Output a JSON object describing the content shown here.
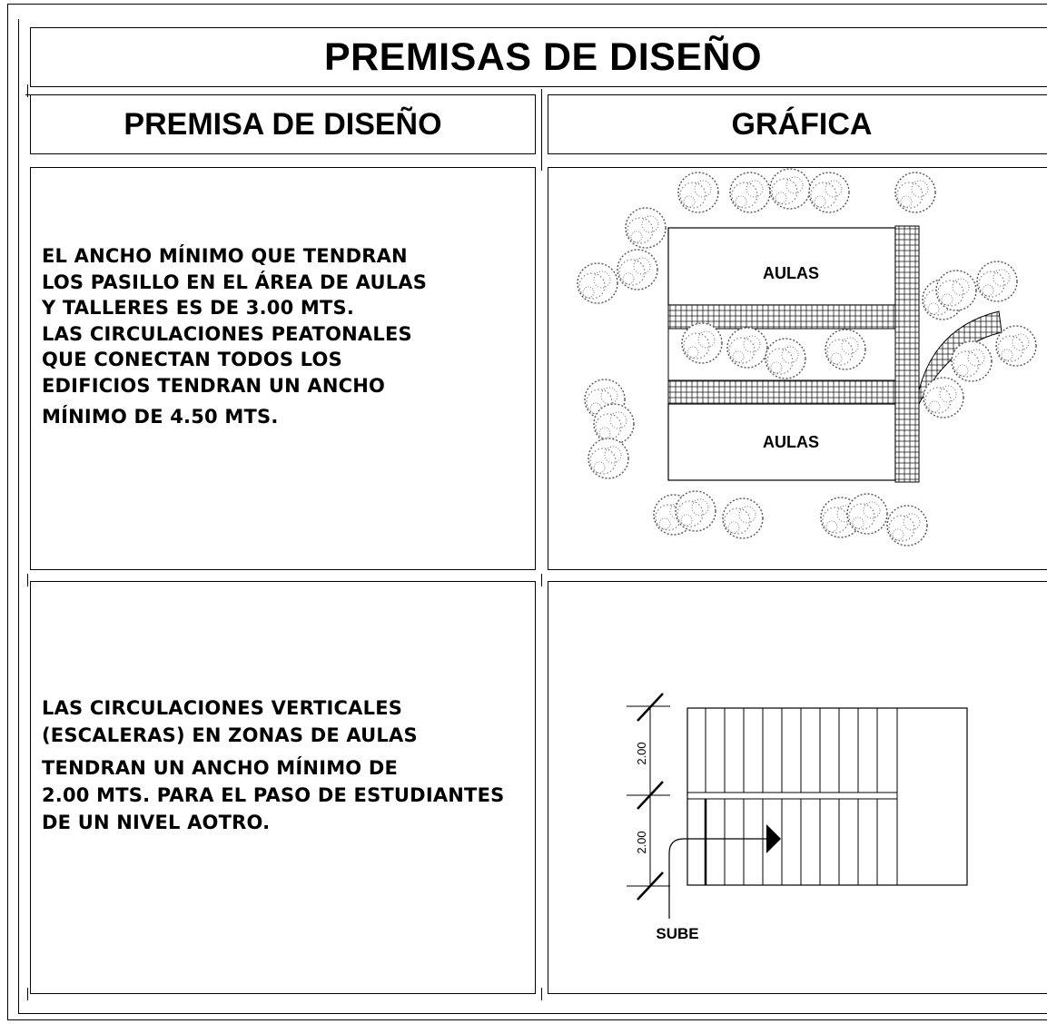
{
  "title": "PREMISAS DE DISEÑO",
  "headers": {
    "premise": "PREMISA DE DISEÑO",
    "graphic": "GRÁFICA"
  },
  "rows": [
    {
      "lines": [
        "EL ANCHO MÍNIMO QUE TENDRAN",
        "LOS PASILLO EN EL ÁREA DE AULAS",
        "Y TALLERES ES DE 3.00 MTS.",
        "LAS CIRCULACIONES PEATONALES",
        "QUE CONECTAN TODOS LOS",
        "EDIFICIOS  TENDRAN UN ANCHO",
        "MÍNIMO DE 4.50 MTS."
      ],
      "graphic_labels": [
        "AULAS",
        "AULAS"
      ]
    },
    {
      "lines": [
        "LAS CIRCULACIONES VERTICALES",
        "(ESCALERAS) EN ZONAS DE AULAS",
        "TENDRAN UN ANCHO MÍNIMO DE",
        "2.00 MTS. PARA EL PASO DE ESTUDIANTES",
        "DE UN NIVEL AOTRO."
      ],
      "graphic_labels": {
        "dim_top": "2.00",
        "dim_bottom": "2.00",
        "sube": "SUBE"
      }
    }
  ]
}
